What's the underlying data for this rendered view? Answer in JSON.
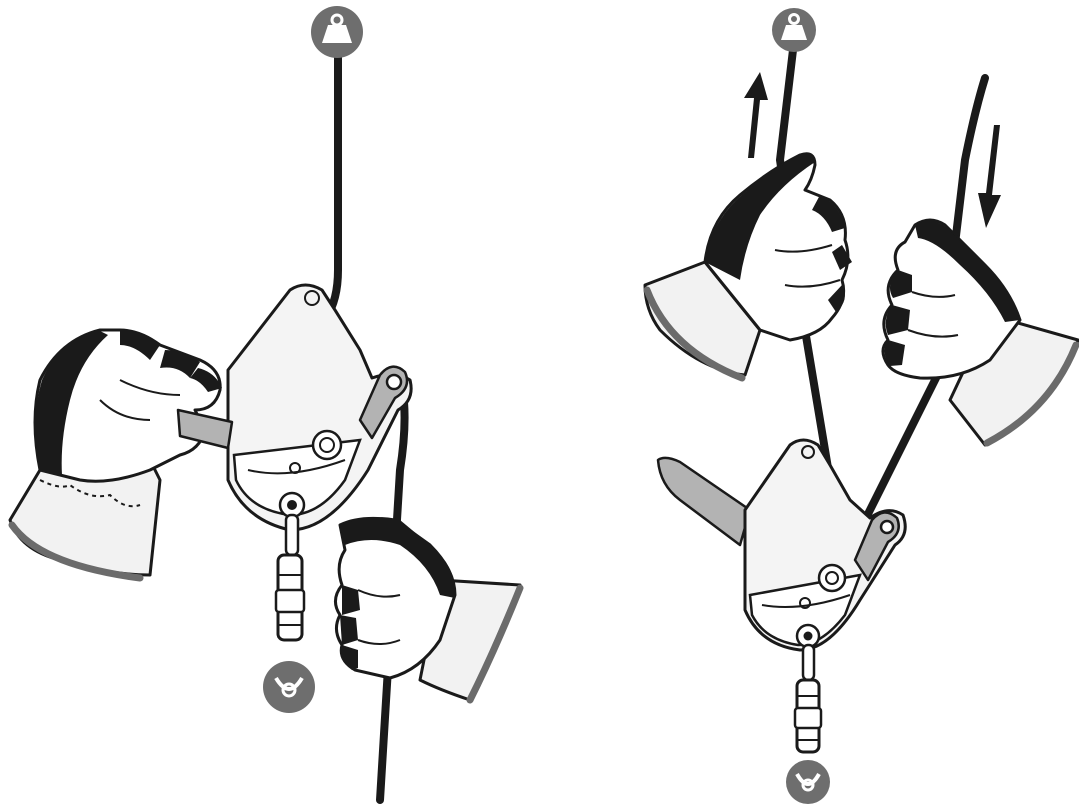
{
  "figure": {
    "panels": [
      {
        "id": "left",
        "elements": [
          "anchor-weight-icon",
          "rope",
          "descender-device",
          "left-hand",
          "right-hand",
          "carabiner",
          "anchor-ring-icon"
        ]
      },
      {
        "id": "right",
        "elements": [
          "anchor-weight-icon",
          "arrow-up-icon",
          "arrow-down-icon",
          "rope",
          "descender-device",
          "handle-lever",
          "left-hand",
          "right-hand",
          "carabiner",
          "anchor-ring-icon"
        ]
      }
    ],
    "colors": {
      "ink": "#1a1a1a",
      "badge": "#6e6e6e",
      "glove": "#f2f2f2",
      "lever": "#b3b3b3"
    }
  }
}
